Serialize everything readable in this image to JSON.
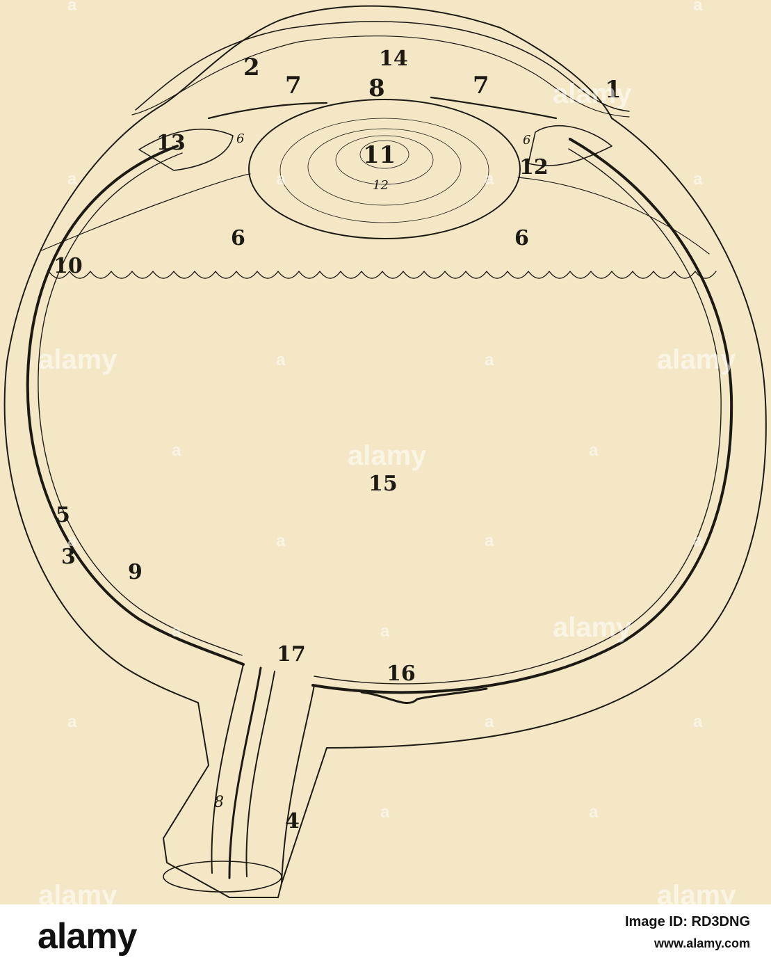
{
  "labels": {
    "l1": "1",
    "l2": "2",
    "l3": "3",
    "l4": "4",
    "l5": "5",
    "l6a": "6",
    "l6b": "6",
    "l6c": "6",
    "l6d": "6",
    "l7a": "7",
    "l7b": "7",
    "l8": "8",
    "l8b": "8",
    "l9": "9",
    "l10": "10",
    "l11": "11",
    "l12": "12",
    "l12b": "12",
    "l13": "13",
    "l14": "14",
    "l15": "15",
    "l16": "16",
    "l17": "17"
  },
  "watermark": {
    "text": "alamy",
    "mark": "a"
  },
  "footer": {
    "brand": "alamy",
    "image_id": "Image ID: RD3DNG",
    "site": "www.alamy.com"
  },
  "colors": {
    "paper": "#f3e7c5",
    "ink": "#1d1a14"
  }
}
